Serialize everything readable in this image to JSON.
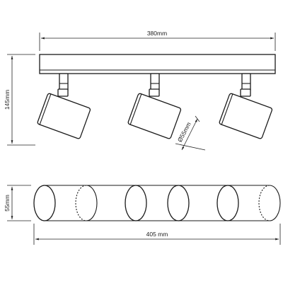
{
  "dimensions": {
    "top_width": "380mm",
    "height": "145mm",
    "shade_diameter": "Ø55mm",
    "bottom_height": "55mm",
    "bottom_width": "405 mm"
  },
  "colors": {
    "line": "#1a1a1a",
    "background": "#ffffff"
  }
}
